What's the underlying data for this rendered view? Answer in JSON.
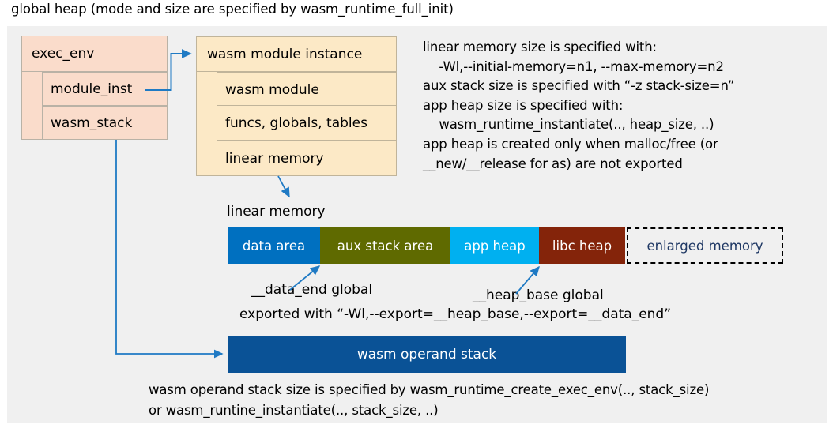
{
  "title": "global heap (mode and size are specified by wasm_runtime_full_init)",
  "exec_env": {
    "header": "exec_env",
    "rows": [
      {
        "label": "module_inst"
      },
      {
        "label": "wasm_stack"
      }
    ]
  },
  "wasm_module_instance": {
    "header": "wasm module instance",
    "rows": [
      {
        "label": "wasm module"
      },
      {
        "label": "funcs, globals, tables"
      },
      {
        "label": "linear memory"
      }
    ]
  },
  "notes": "linear memory size is specified with:\n    -Wl,--initial-memory=n1, --max-memory=n2\naux stack size is specified with “-z stack-size=n”\napp heap size is specified with:\n    wasm_runtime_instantiate(.., heap_size, ..)\napp heap is created only when malloc/free (or\n__new/__release for as) are not exported",
  "linear_memory": {
    "label": "linear memory",
    "segments": [
      {
        "label": "data area",
        "color": "#0070c0",
        "width": 117,
        "text_color": "#ffffff",
        "dashed": false
      },
      {
        "label": "aux stack area",
        "color": "#5f6a00",
        "width": 165,
        "text_color": "#ffffff",
        "dashed": false
      },
      {
        "label": "app heap",
        "color": "#00b0f0",
        "width": 112,
        "text_color": "#ffffff",
        "dashed": false
      },
      {
        "label": "libc heap",
        "color": "#84240a",
        "width": 109,
        "text_color": "#ffffff",
        "dashed": false
      },
      {
        "label": "enlarged memory",
        "color": "#f0f0f0",
        "width": 198,
        "text_color": "#1f3864",
        "dashed": true
      }
    ]
  },
  "annotations": {
    "data_end": "__data_end global",
    "heap_base": "__heap_base global",
    "export_line": "exported with “-Wl,--export=__heap_base,--export=__data_end”"
  },
  "operand_stack": {
    "label": "wasm operand stack",
    "color": "#0a5296"
  },
  "bottom_note": "wasm operand stack size is specified by wasm_runtime_create_exec_env(.., stack_size)\nor wasm_runtine_instantiate(.., stack_size, ..)",
  "colors": {
    "panel_background": "#f0f0f0",
    "exec_env_fill": "#fadccb",
    "module_instance_fill": "#fce9c6",
    "arrow": "#1f7ac4"
  }
}
